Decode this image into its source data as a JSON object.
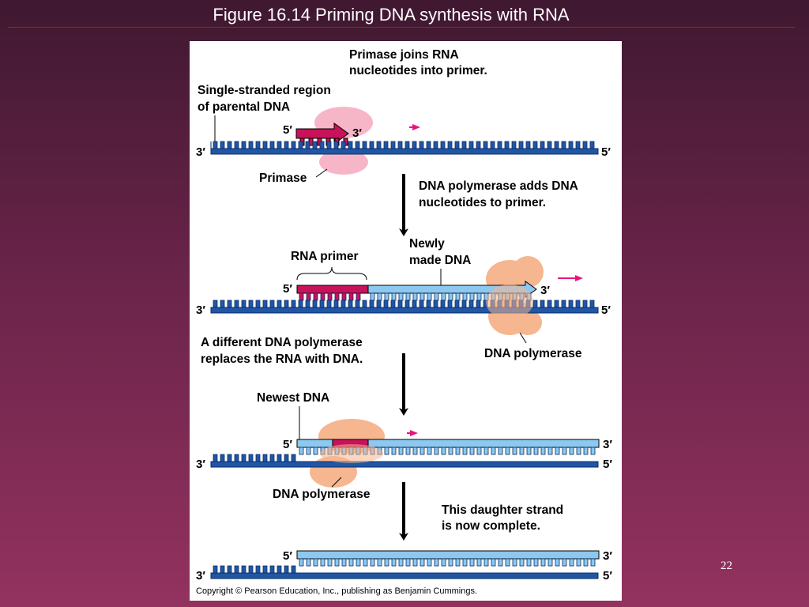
{
  "slide": {
    "title": "Figure 16.14  Priming DNA synthesis with RNA",
    "page_number": "22",
    "colors": {
      "background_top": "#3f1830",
      "background_bottom": "#93325f",
      "title_rule": "#3a3aa8",
      "parental_strand": "#2156a5",
      "new_dna": "#8cc8f0",
      "rna_primer": "#c8125a",
      "primase": "#f7b6c8",
      "dna_polymerase": "#f6b690",
      "arrow": "#e8147d"
    }
  },
  "figure": {
    "step1": {
      "caption_line1": "Primase joins RNA",
      "caption_line2": "nucleotides into primer.",
      "region_label_line1": "Single-stranded region",
      "region_label_line2": "of parental DNA",
      "primer_5": "5′",
      "primer_3": "3′",
      "strand_3": "3′",
      "strand_5": "5′",
      "enzyme_label": "Primase"
    },
    "step2": {
      "caption_line1": "DNA polymerase adds DNA",
      "caption_line2": "nucleotides to primer.",
      "rna_primer_label": "RNA primer",
      "newly_label_line1": "Newly",
      "newly_label_line2": "made DNA",
      "top_5": "5′",
      "top_3": "3′",
      "strand_3": "3′",
      "strand_5": "5′",
      "enzyme_label": "DNA polymerase"
    },
    "step3": {
      "caption_line1": "A different DNA polymerase",
      "caption_line2": "replaces the RNA with DNA.",
      "newest_label": "Newest DNA",
      "top_5": "5′",
      "top_3": "3′",
      "strand_3": "3′",
      "strand_5": "5′",
      "enzyme_label": "DNA polymerase"
    },
    "step4": {
      "caption_line1": "This daughter strand",
      "caption_line2": "is now complete.",
      "top_5": "5′",
      "top_3": "3′",
      "strand_3": "3′",
      "strand_5": "5′"
    },
    "copyright": "Copyright © Pearson Education, Inc., publishing as Benjamin Cummings."
  }
}
